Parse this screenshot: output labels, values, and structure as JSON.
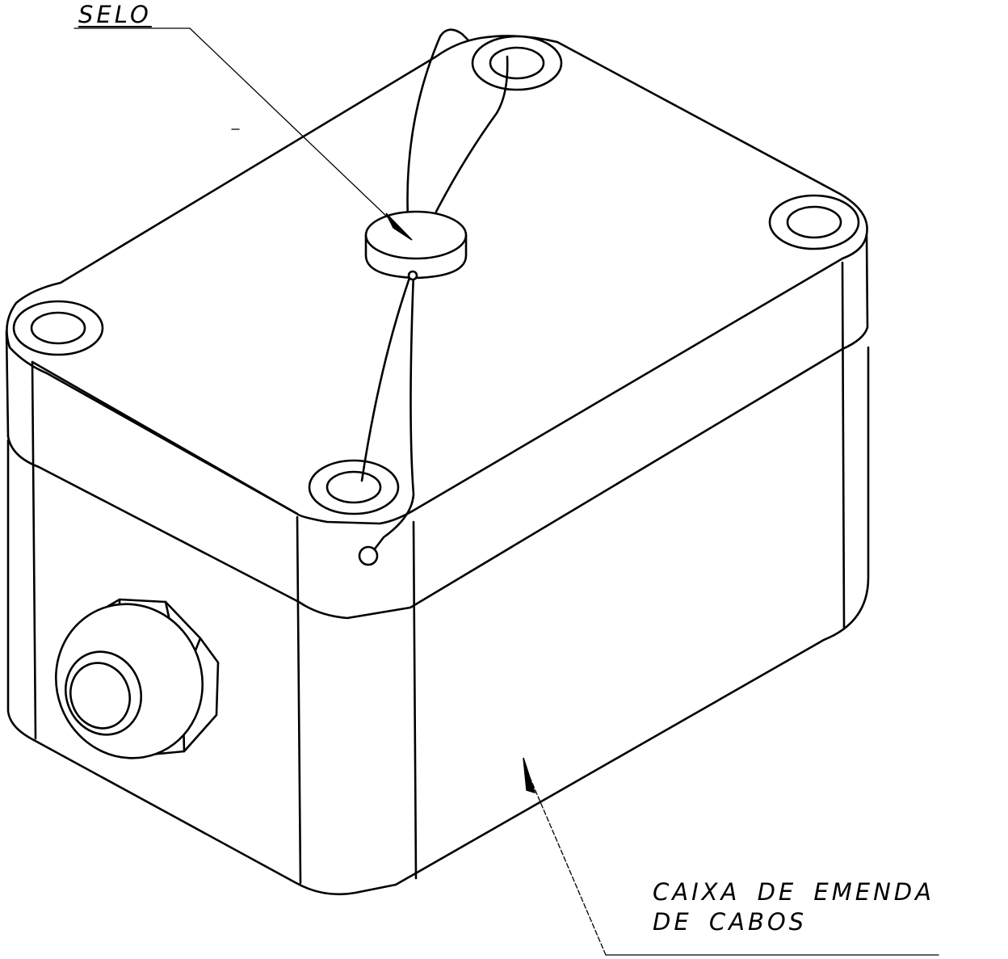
{
  "labels": {
    "seal": "SELO",
    "box_line1": "CAIXA DE EMENDA",
    "box_line2": "DE CABOS"
  },
  "colors": {
    "ink": "#000000",
    "paper": "#ffffff"
  }
}
